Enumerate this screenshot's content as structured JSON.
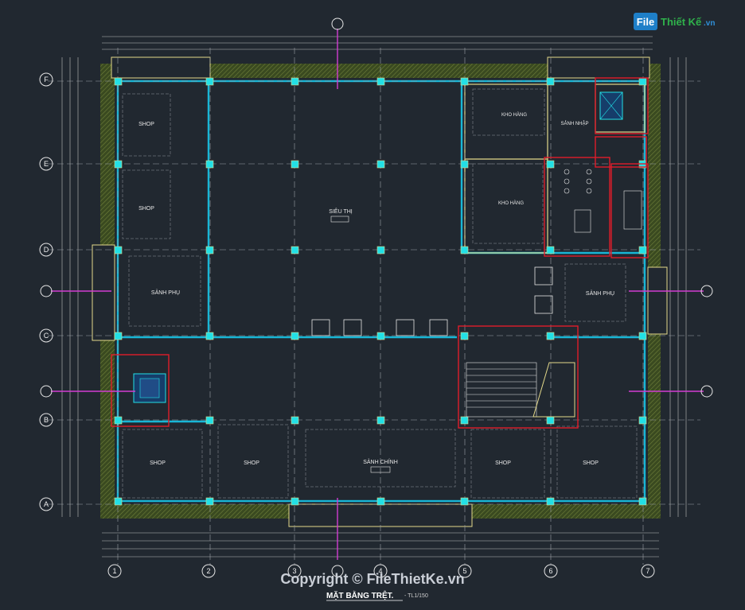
{
  "drawing": {
    "title": "MẶT BẰNG TRỆT.",
    "scale": "- TL1/150",
    "copyright": "Copyright © FileThietKe.vn",
    "logo_a": "File",
    "logo_b": "Thiết Kế",
    "logo_c": ".vn"
  },
  "rooms": {
    "shop_1": "SHOP",
    "shop_2": "SHOP",
    "sanh_phu_left": "SẢNH PHỤ",
    "sieu_thi": "SIÊU THỊ",
    "kho_hang_1": "KHO HÀNG",
    "kho_hang_2": "KHO HÀNG",
    "sanh_nhap": "SẢNH NHẬP",
    "sanh_phu_right": "SẢNH PHỤ",
    "shop_a1": "SHOP",
    "shop_a2": "SHOP",
    "sanh_chinh": "SẢNH CHÍNH",
    "shop_a3": "SHOP",
    "shop_a4": "SHOP"
  },
  "grid": {
    "rows": [
      "F",
      "E",
      "D",
      "C",
      "B",
      "A"
    ],
    "cols": [
      "1",
      "2",
      "3",
      "4",
      "5",
      "6",
      "7"
    ]
  },
  "colors": {
    "background": "#212830",
    "wall_hatch": "#4a5a2a",
    "wall_cyan": "#18b6d6",
    "column": "#22e0e6",
    "highlight_red": "#e01c2a",
    "accent_magenta": "#d23cd2",
    "accent_yellow": "#e2d88a"
  }
}
